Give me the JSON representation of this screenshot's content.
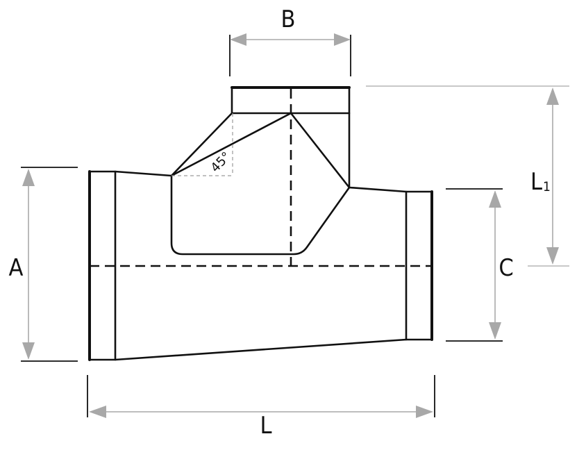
{
  "labels": {
    "A": "A",
    "B": "B",
    "C": "C",
    "L": "L",
    "L1_main": "L",
    "L1_sub": "1",
    "angle": "45°"
  }
}
